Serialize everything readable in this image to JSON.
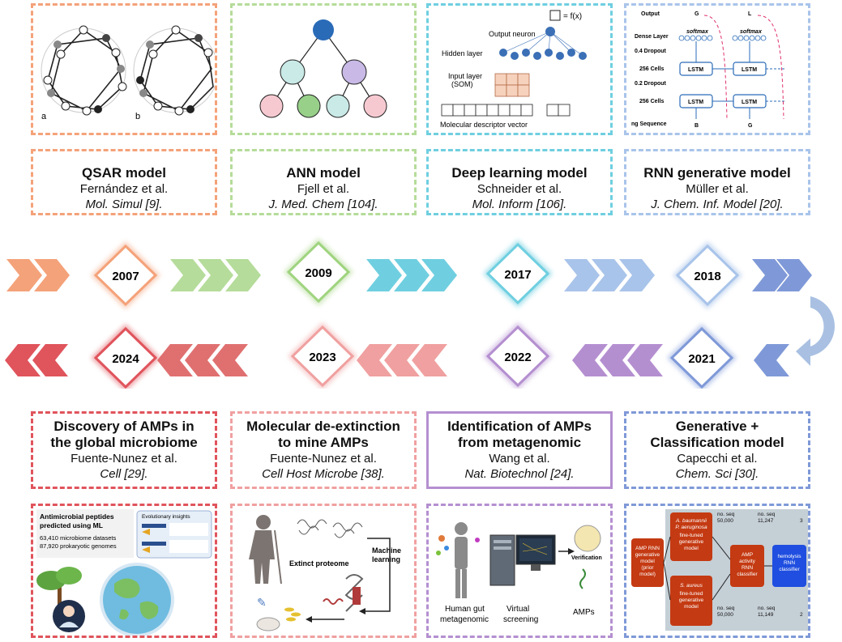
{
  "colors": {
    "orange": "#f4a27a",
    "green": "#b5dc9a",
    "cyan": "#6fcfe0",
    "lightblue": "#a9c4ea",
    "blue": "#7f99d8",
    "purple": "#b48fd0",
    "pink": "#f0a0a0",
    "red": "#e0545c"
  },
  "top_events": [
    {
      "title": "QSAR model",
      "author": "Fernández et al.",
      "journal": "Mol. Simul [9].",
      "year": "2007"
    },
    {
      "title": "ANN model",
      "author": "Fjell et al.",
      "journal": "J. Med. Chem [104].",
      "year": "2009"
    },
    {
      "title": "Deep learning model",
      "author": "Schneider et al.",
      "journal": "Mol. Inform [106].",
      "year": "2017"
    },
    {
      "title": "RNN generative model",
      "author": "Müller et al.",
      "journal": "J. Chem. Inf. Model [20].",
      "year": "2018"
    }
  ],
  "bottom_events": [
    {
      "title_l1": "Discovery of AMPs in",
      "title_l2": "the global microbiome",
      "author": "Fuente-Nunez et al.",
      "journal": "Cell [29].",
      "year": "2024"
    },
    {
      "title_l1": "Molecular de-extinction",
      "title_l2": "to mine AMPs",
      "author": "Fuente-Nunez et al.",
      "journal": "Cell Host Microbe [38].",
      "year": "2023"
    },
    {
      "title_l1": "Identification of AMPs",
      "title_l2": "from metagenomic",
      "author": "Wang et al.",
      "journal": "Nat. Biotechnol [24].",
      "year": "2022"
    },
    {
      "title_l1": "Generative +",
      "title_l2": "Classification model",
      "author": "Capecchi et al.",
      "journal": "Chem. Sci [30].",
      "year": "2021"
    }
  ],
  "qsar_panel": {
    "label_a": "a",
    "label_b": "b"
  },
  "deep_panel": {
    "formula": "= f(x)",
    "output_neuron": "Output neuron",
    "hidden_layer": "Hidden layer",
    "input_layer_l1": "Input layer",
    "input_layer_l2": "(SOM)",
    "descriptor": "Molecular descriptor vector"
  },
  "rnn_panel": {
    "output": "Output",
    "dense_layer": "Dense Layer",
    "dropout_04": "0.4 Dropout",
    "cells_256_a": "256 Cells",
    "dropout_02": "0.2 Dropout",
    "cells_256_b": "256 Cells",
    "sequence": "ng Sequence",
    "softmax": "softmax",
    "lstm": "LSTM",
    "out_g": "G",
    "out_l": "L",
    "in_b": "B",
    "in_g": "G"
  },
  "microbiome_panel": {
    "heading_l1": "Antimicrobial peptides",
    "heading_l2": "predicted using ML",
    "stat1": "63,410 microbiome datasets",
    "stat2": "87,920 prokaryotic genomes",
    "insights": "Evolutionary insights"
  },
  "extinction_panel": {
    "extinct_proteome": "Extinct proteome",
    "ml_l1": "Machine",
    "ml_l2": "learning"
  },
  "metagenomic_panel": {
    "gut_l1": "Human gut",
    "gut_l2": "metagenomic",
    "vs_l1": "Virtual",
    "vs_l2": "screening",
    "verification": "Verification",
    "amps": "AMPs"
  },
  "generative_panel": {
    "prior_l1": "AMP RNN",
    "prior_l2": "generative",
    "prior_l3": "model",
    "prior_l4": "(prior",
    "prior_l5": "model)",
    "top_l1": "A. baumannii",
    "top_l2": "P. aeruginosa",
    "top_l3": "fine-tuned",
    "top_l4": "generative",
    "top_l5": "model",
    "bot_l1": "S. aureus",
    "bot_l2": "fine-tuned",
    "bot_l3": "generative",
    "bot_l4": "model",
    "activity_l1": "AMP",
    "activity_l2": "activity",
    "activity_l3": "RNN",
    "activity_l4": "classifier",
    "hemo_l1": "hemolysis",
    "hemo_l2": "RNN",
    "hemo_l3": "classifier",
    "noseq": "no. seq",
    "n1": "50,000",
    "n2": "11,247",
    "n3": "50,000",
    "n4": "11,149",
    "n5": "3",
    "n6": "2"
  }
}
